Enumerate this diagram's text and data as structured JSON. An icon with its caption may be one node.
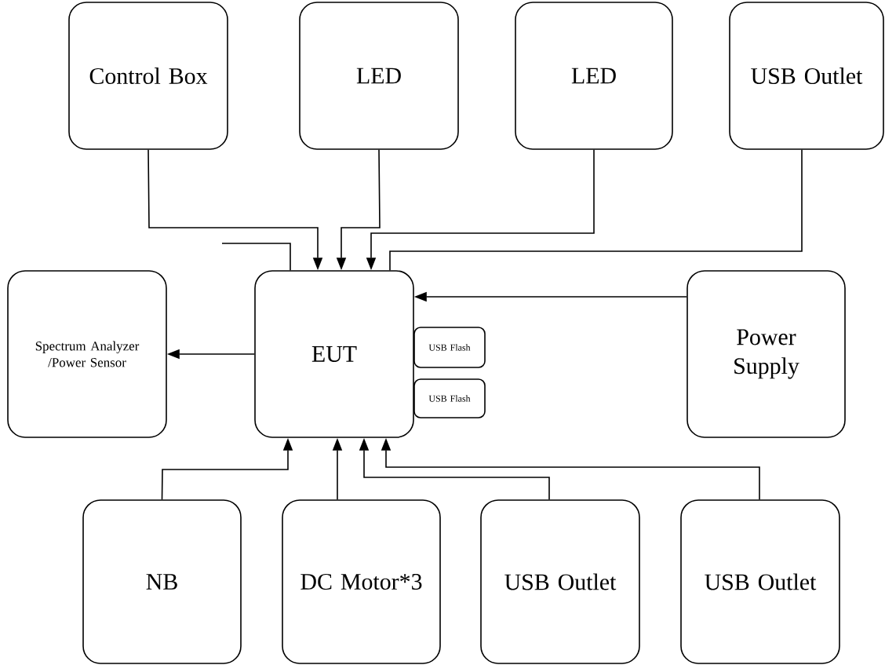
{
  "diagram": {
    "nodes": [
      {
        "text": [
          "Control Box"
        ]
      },
      {
        "text": [
          "LED"
        ]
      },
      {
        "text": [
          "LED"
        ]
      },
      {
        "text": [
          "USB Outlet"
        ]
      },
      {
        "text": [
          "Spectrum Analyzer /Power Sensor"
        ]
      },
      {
        "text": [
          "EUT"
        ]
      },
      {
        "text": [
          "USB Flash"
        ]
      },
      {
        "text": [
          "USB Flash"
        ]
      },
      {
        "text": [
          "Power Supply"
        ]
      },
      {
        "text": [
          "NB"
        ]
      },
      {
        "text": [
          "DC Motor*3"
        ]
      },
      {
        "text": [
          "USB Outlet"
        ]
      },
      {
        "text": [
          "USB Outlet"
        ]
      }
    ],
    "edges": [
      {
        "from": 0,
        "to": 5,
        "arrow": "to"
      },
      {
        "from": 1,
        "to": 5,
        "arrow": "to"
      },
      {
        "from": 2,
        "to": 5,
        "arrow": "to"
      },
      {
        "from": 3,
        "to": 5,
        "arrow": "none"
      },
      {
        "from": null,
        "to": 5,
        "arrow": "none"
      },
      {
        "from": 5,
        "to": 4,
        "arrow": "to"
      },
      {
        "from": 8,
        "to": 5,
        "arrow": "to"
      },
      {
        "from": 9,
        "to": 5,
        "arrow": "to"
      },
      {
        "from": 10,
        "to": 5,
        "arrow": "to"
      },
      {
        "from": 11,
        "to": 5,
        "arrow": "to"
      },
      {
        "from": 12,
        "to": 5,
        "arrow": "to"
      }
    ]
  }
}
